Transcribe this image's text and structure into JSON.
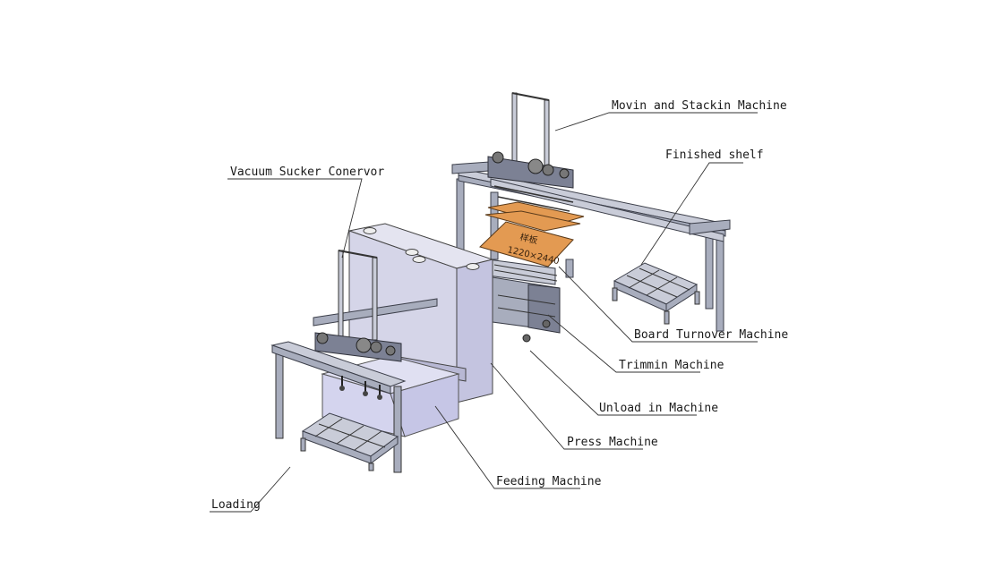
{
  "labels": {
    "movin_stackin": "Movin and Stackin Machine",
    "finished_shelf": "Finished shelf",
    "vacuum_sucker": "Vacuum Sucker Conervor",
    "board_turnover": "Board Turnover Machine",
    "trimmin": "Trimmin Machine",
    "unload_in": "Unload in Machine",
    "press": "Press Machine",
    "feeding": "Feeding Machine",
    "loading": "Loading"
  },
  "board": {
    "line1": "样板",
    "line2": "1220×2440"
  },
  "colors": {
    "frame": "#a8adbd",
    "press_body": "#cfcfe6",
    "feeding_body": "#d4d4ee",
    "board": "#e39a52",
    "leader": "#333333"
  }
}
